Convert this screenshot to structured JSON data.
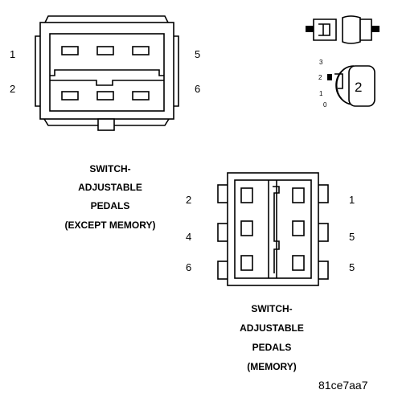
{
  "top_connector": {
    "pins_left": [
      "1",
      "2"
    ],
    "pins_right": [
      "5",
      "6"
    ]
  },
  "key_indicator": {
    "positions": [
      "3",
      "2",
      "1",
      "0"
    ],
    "number": "2"
  },
  "top_caption": [
    "SWITCH-",
    "ADJUSTABLE",
    "PEDALS",
    "(EXCEPT MEMORY)"
  ],
  "bottom_connector": {
    "pins_left": [
      "2",
      "4",
      "6"
    ],
    "pins_right": [
      "1",
      "5",
      "5"
    ]
  },
  "bottom_caption": [
    "SWITCH-",
    "ADJUSTABLE",
    "PEDALS",
    "(MEMORY)"
  ],
  "figure_code": "81ce7aa7"
}
